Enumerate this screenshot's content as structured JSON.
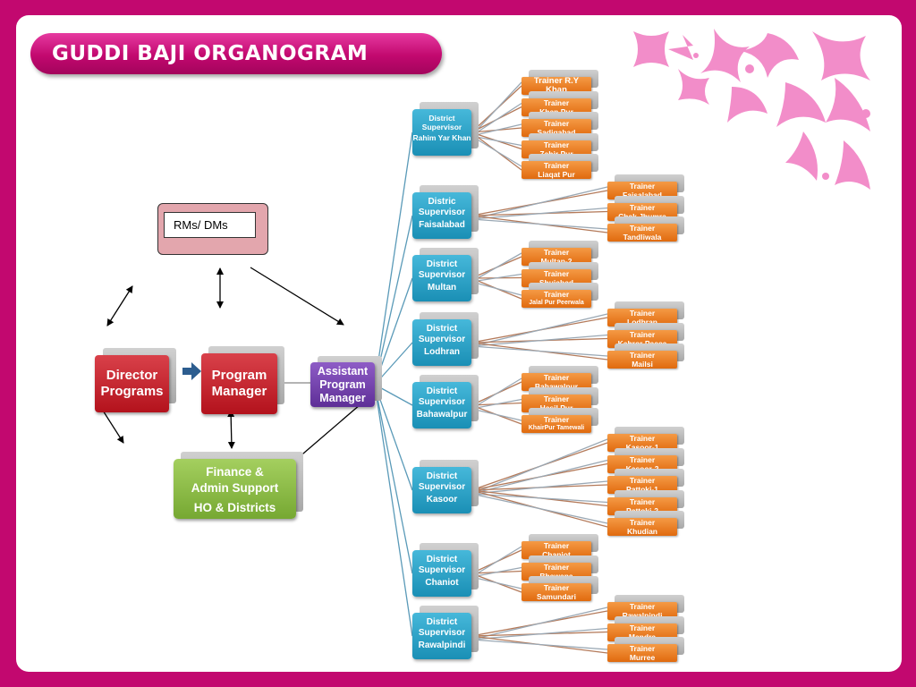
{
  "title": "GUDDI BAJI ORGANOGRAM",
  "nodes": {
    "rms_dms": "RMs/ DMs",
    "director": "Director Programs",
    "program_manager": "Program Manager",
    "assistant_pm": "Assistant Program Manager",
    "finance_line1": "Finance & Admin Support",
    "finance_line2": "HO & Districts"
  },
  "colors": {
    "frame": "#c2086f",
    "red_box": "#c4232c",
    "purple_box": "#6f3fa8",
    "green_box": "#8cbd45",
    "supervisor": "#2aa3c9",
    "trainer": "#ee7d22",
    "rms_box": "#e3a6ad"
  },
  "supervisors": [
    {
      "title": "District Supervisor",
      "location": "Rahim Yar Khan",
      "small": true,
      "trainers": [
        {
          "line1": "Trainer R.Y",
          "line2": "Khan",
          "big": true
        },
        {
          "line1": "Trainer",
          "line2": "Khan Pur"
        },
        {
          "line1": "Trainer",
          "line2": "Sadiqabad"
        },
        {
          "line1": "Trainer",
          "line2": "Zahir Pur"
        },
        {
          "line1": "Trainer",
          "line2": "Liaqat Pur"
        }
      ]
    },
    {
      "title": "Distric Supervisor",
      "location": "Faisalabad",
      "trainers": [
        {
          "line1": "Trainer",
          "line2": "Faisalabad"
        },
        {
          "line1": "Trainer",
          "line2": "Chak Jhumra"
        },
        {
          "line1": "Trainer",
          "line2": "Tandliwala"
        }
      ]
    },
    {
      "title": "District Supervisor",
      "location": "Multan",
      "trainers": [
        {
          "line1": "Trainer",
          "line2": "Multan-2"
        },
        {
          "line1": "Trainer",
          "line2": "Shujabad"
        },
        {
          "line1": "Trainer",
          "line2": "Jalal Pur Peerwala",
          "tiny": true
        }
      ]
    },
    {
      "title": "District Supervisor",
      "location": "Lodhran",
      "trainers": [
        {
          "line1": "Trainer",
          "line2": "Lodhran"
        },
        {
          "line1": "Trainer",
          "line2": "Kahror Pacca"
        },
        {
          "line1": "Trainer",
          "line2": "Mailsi"
        }
      ]
    },
    {
      "title": "District Supervisor",
      "location": "Bahawalpur",
      "trainers": [
        {
          "line1": "Trainer",
          "line2": "Bahawalpur"
        },
        {
          "line1": "Trainer",
          "line2": "Hasil Pur"
        },
        {
          "line1": "Trainer",
          "line2": "KhairPur Tamewali",
          "tiny": true
        }
      ]
    },
    {
      "title": "District Supervisor",
      "location": "Kasoor",
      "trainers": [
        {
          "line1": "Trainer",
          "line2": "Kasoor-1"
        },
        {
          "line1": "Trainer",
          "line2": "Kasoor-2"
        },
        {
          "line1": "Trainer",
          "line2": "Pattoki-1"
        },
        {
          "line1": "Trainer",
          "line2": "Pattoki-2"
        },
        {
          "line1": "Trainer",
          "line2": "Khudian"
        }
      ]
    },
    {
      "title": "District Supervisor",
      "location": "Chaniot",
      "trainers": [
        {
          "line1": "Trainer",
          "line2": "Chaniot"
        },
        {
          "line1": "Trainer",
          "line2": "Bhawana"
        },
        {
          "line1": "Trainer",
          "line2": "Samundari"
        }
      ]
    },
    {
      "title": "District Supervisor",
      "location": "Rawalpindi",
      "trainers": [
        {
          "line1": "Trainer",
          "line2": "Rawalpindi"
        },
        {
          "line1": "Trainer",
          "line2": "Mandra"
        },
        {
          "line1": "Trainer",
          "line2": "Murree"
        }
      ]
    }
  ]
}
